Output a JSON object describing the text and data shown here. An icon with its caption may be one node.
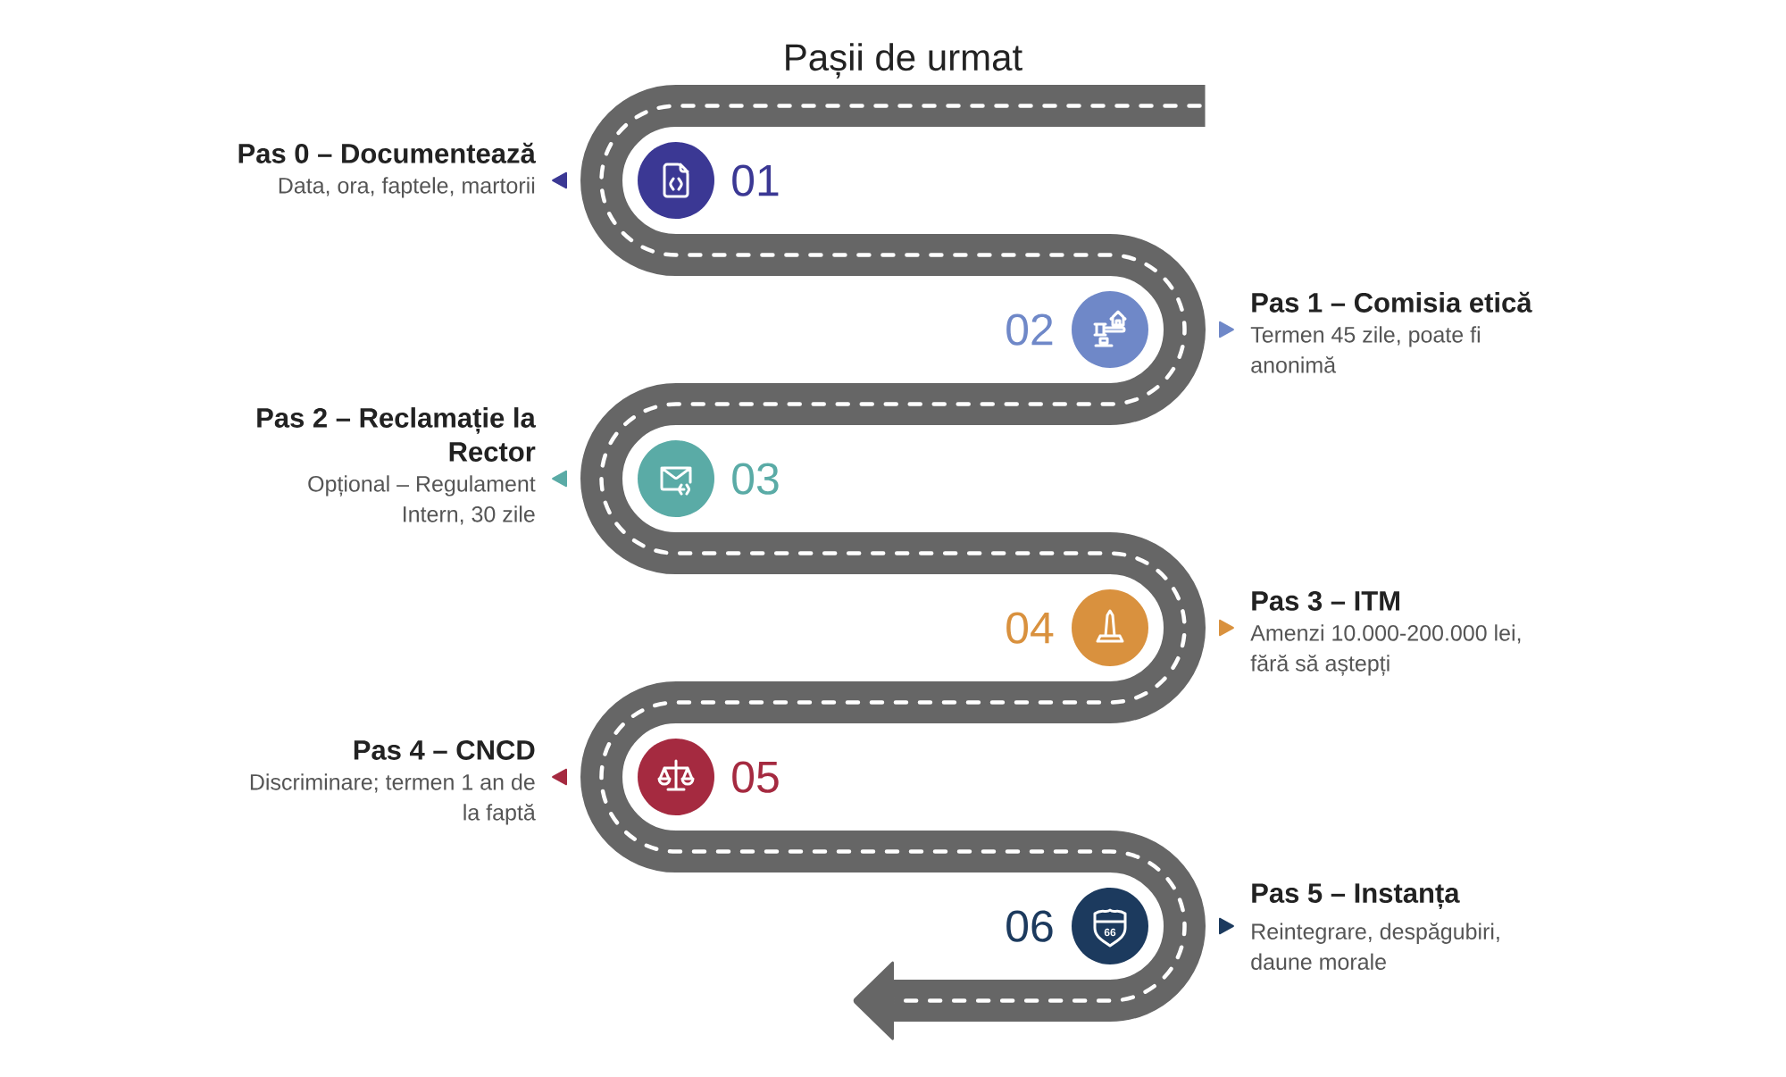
{
  "diagram": {
    "title": "Pașii de urmat",
    "nodes": [
      {
        "text": [],
        "shape": "circle",
        "beside": [
          "01",
          "Pas 0 – Documentează",
          "Data, ora, faptele, martorii"
        ]
      },
      {
        "text": [],
        "shape": "circle",
        "beside": [
          "02",
          "Pas 1 – Comisia etică",
          "Termen 45 zile, poate fi anonimă"
        ]
      },
      {
        "text": [],
        "shape": "circle",
        "beside": [
          "03",
          "Pas 2 – Reclamație la Rector",
          "Opțional – Regulament Intern, 30 zile"
        ]
      },
      {
        "text": [],
        "shape": "circle",
        "beside": [
          "04",
          "Pas 3 – ITM",
          "Amenzi 10.000-200.000 lei, fără să aștepți"
        ]
      },
      {
        "text": [],
        "shape": "circle",
        "beside": [
          "05",
          "Pas 4 – CNCD",
          "Discriminare; termen 1 an de la faptă"
        ]
      },
      {
        "text": [],
        "shape": "circle",
        "beside": [
          "06",
          "Pas 5 – Instanța",
          "Reintegrare, despăgubiri, daune morale"
        ]
      }
    ],
    "labels": [
      "66"
    ]
  }
}
